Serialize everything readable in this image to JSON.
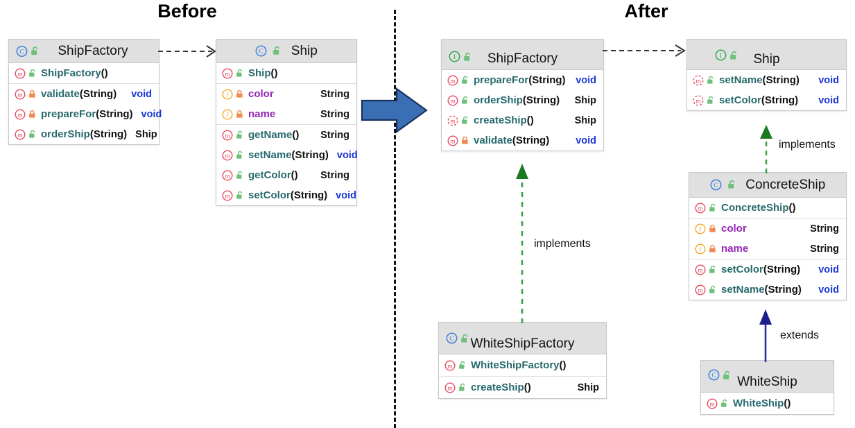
{
  "titles": {
    "before": "Before",
    "after": "After"
  },
  "icon_names": {
    "class": "class-icon",
    "interface": "interface-icon",
    "method": "method-icon",
    "abstract_method": "abstract-method-icon",
    "field": "field-icon",
    "public": "public-unlocked-icon",
    "private": "private-locked-icon",
    "transition": "transition-arrow-icon",
    "divider": "section-divider-dashed"
  },
  "colors": {
    "header_bg": "#e0e0e0",
    "box_border": "#c8c8c8",
    "method_icon": "#e8475f",
    "field_icon": "#f5a623",
    "class_icon": "#3f7fe0",
    "interface_icon": "#34a853",
    "public_lock": "#6ec07a",
    "private_lock": "#f08a52",
    "member_name": "#27696d",
    "field_name": "#9326b5",
    "void_type": "#1a37d6",
    "implements_line": "#3fa24a",
    "implements_head": "#1a7a22",
    "extends_line": "#2d2d9e",
    "transition_arrow": "#3a6fb5",
    "divider": "#111111"
  },
  "before": {
    "classes": [
      {
        "name": "ShipFactory",
        "stereotype": "class",
        "visibility": "public",
        "sections": [
          {
            "members": [
              {
                "kind": "method",
                "visibility": "public",
                "name": "ShipFactory",
                "args": "()",
                "type": ""
              }
            ]
          },
          {
            "members": [
              {
                "kind": "method",
                "visibility": "private",
                "name": "validate",
                "args": "(String)",
                "type": "void"
              },
              {
                "kind": "method",
                "visibility": "private",
                "name": "prepareFor",
                "args": "(String)",
                "type": "void"
              },
              {
                "kind": "method",
                "visibility": "public",
                "name": "orderShip",
                "args": "(String)",
                "type": "Ship"
              }
            ]
          }
        ]
      },
      {
        "name": "Ship",
        "stereotype": "class",
        "visibility": "public",
        "sections": [
          {
            "members": [
              {
                "kind": "method",
                "visibility": "public",
                "name": "Ship",
                "args": "()",
                "type": ""
              }
            ]
          },
          {
            "members": [
              {
                "kind": "field",
                "visibility": "private",
                "name": "color",
                "args": "",
                "type": "String"
              },
              {
                "kind": "field",
                "visibility": "private",
                "name": "name",
                "args": "",
                "type": "String"
              }
            ]
          },
          {
            "members": [
              {
                "kind": "method",
                "visibility": "public",
                "name": "getName",
                "args": "()",
                "type": "String"
              },
              {
                "kind": "method",
                "visibility": "public",
                "name": "setName",
                "args": "(String)",
                "type": "void"
              },
              {
                "kind": "method",
                "visibility": "public",
                "name": "getColor",
                "args": "()",
                "type": "String"
              },
              {
                "kind": "method",
                "visibility": "public",
                "name": "setColor",
                "args": "(String)",
                "type": "void"
              }
            ]
          }
        ]
      }
    ],
    "edges": [
      {
        "from": "ShipFactory",
        "to": "Ship",
        "style": "dashed",
        "head": "open-arrow",
        "label": ""
      }
    ]
  },
  "after": {
    "classes": [
      {
        "name": "ShipFactory",
        "stereotype": "interface",
        "visibility": "public",
        "sections": [
          {
            "members": [
              {
                "kind": "method",
                "visibility": "public",
                "name": "prepareFor",
                "args": "(String)",
                "type": "void"
              },
              {
                "kind": "method",
                "visibility": "public",
                "name": "orderShip",
                "args": "(String)",
                "type": "Ship"
              },
              {
                "kind": "abstract_method",
                "visibility": "public",
                "name": "createShip",
                "args": "()",
                "type": "Ship"
              },
              {
                "kind": "method",
                "visibility": "private",
                "name": "validate",
                "args": "(String)",
                "type": "void"
              }
            ]
          }
        ]
      },
      {
        "name": "Ship",
        "stereotype": "interface",
        "visibility": "public",
        "sections": [
          {
            "members": [
              {
                "kind": "abstract_method",
                "visibility": "public",
                "name": "setName",
                "args": "(String)",
                "type": "void"
              },
              {
                "kind": "abstract_method",
                "visibility": "public",
                "name": "setColor",
                "args": "(String)",
                "type": "void"
              }
            ]
          }
        ]
      },
      {
        "name": "ConcreteShip",
        "stereotype": "class",
        "visibility": "public",
        "sections": [
          {
            "members": [
              {
                "kind": "method",
                "visibility": "public",
                "name": "ConcreteShip",
                "args": "()",
                "type": ""
              }
            ]
          },
          {
            "members": [
              {
                "kind": "field",
                "visibility": "private",
                "name": "color",
                "args": "",
                "type": "String"
              },
              {
                "kind": "field",
                "visibility": "private",
                "name": "name",
                "args": "",
                "type": "String"
              }
            ]
          },
          {
            "members": [
              {
                "kind": "method",
                "visibility": "public",
                "name": "setColor",
                "args": "(String)",
                "type": "void"
              },
              {
                "kind": "method",
                "visibility": "public",
                "name": "setName",
                "args": "(String)",
                "type": "void"
              }
            ]
          }
        ]
      },
      {
        "name": "WhiteShipFactory",
        "stereotype": "class",
        "visibility": "public",
        "sections": [
          {
            "members": [
              {
                "kind": "method",
                "visibility": "public",
                "name": "WhiteShipFactory",
                "args": "()",
                "type": ""
              }
            ]
          },
          {
            "members": [
              {
                "kind": "method",
                "visibility": "public",
                "name": "createShip",
                "args": "()",
                "type": "Ship"
              }
            ]
          }
        ]
      },
      {
        "name": "WhiteShip",
        "stereotype": "class",
        "visibility": "public",
        "sections": [
          {
            "members": [
              {
                "kind": "method",
                "visibility": "public",
                "name": "WhiteShip",
                "args": "()",
                "type": ""
              }
            ]
          }
        ]
      }
    ],
    "edges": [
      {
        "from": "ShipFactory",
        "to": "Ship",
        "style": "dashed",
        "head": "open-arrow",
        "label": ""
      },
      {
        "from": "WhiteShipFactory",
        "to": "ShipFactory",
        "style": "dashed-green",
        "head": "solid-triangle",
        "label": "implements"
      },
      {
        "from": "ConcreteShip",
        "to": "Ship",
        "style": "dashed-green",
        "head": "solid-triangle",
        "label": "implements"
      },
      {
        "from": "WhiteShip",
        "to": "ConcreteShip",
        "style": "solid-blue",
        "head": "solid-triangle",
        "label": "extends"
      }
    ]
  },
  "labels": {
    "implements_left": "implements",
    "implements_right": "implements",
    "extends_right": "extends"
  }
}
